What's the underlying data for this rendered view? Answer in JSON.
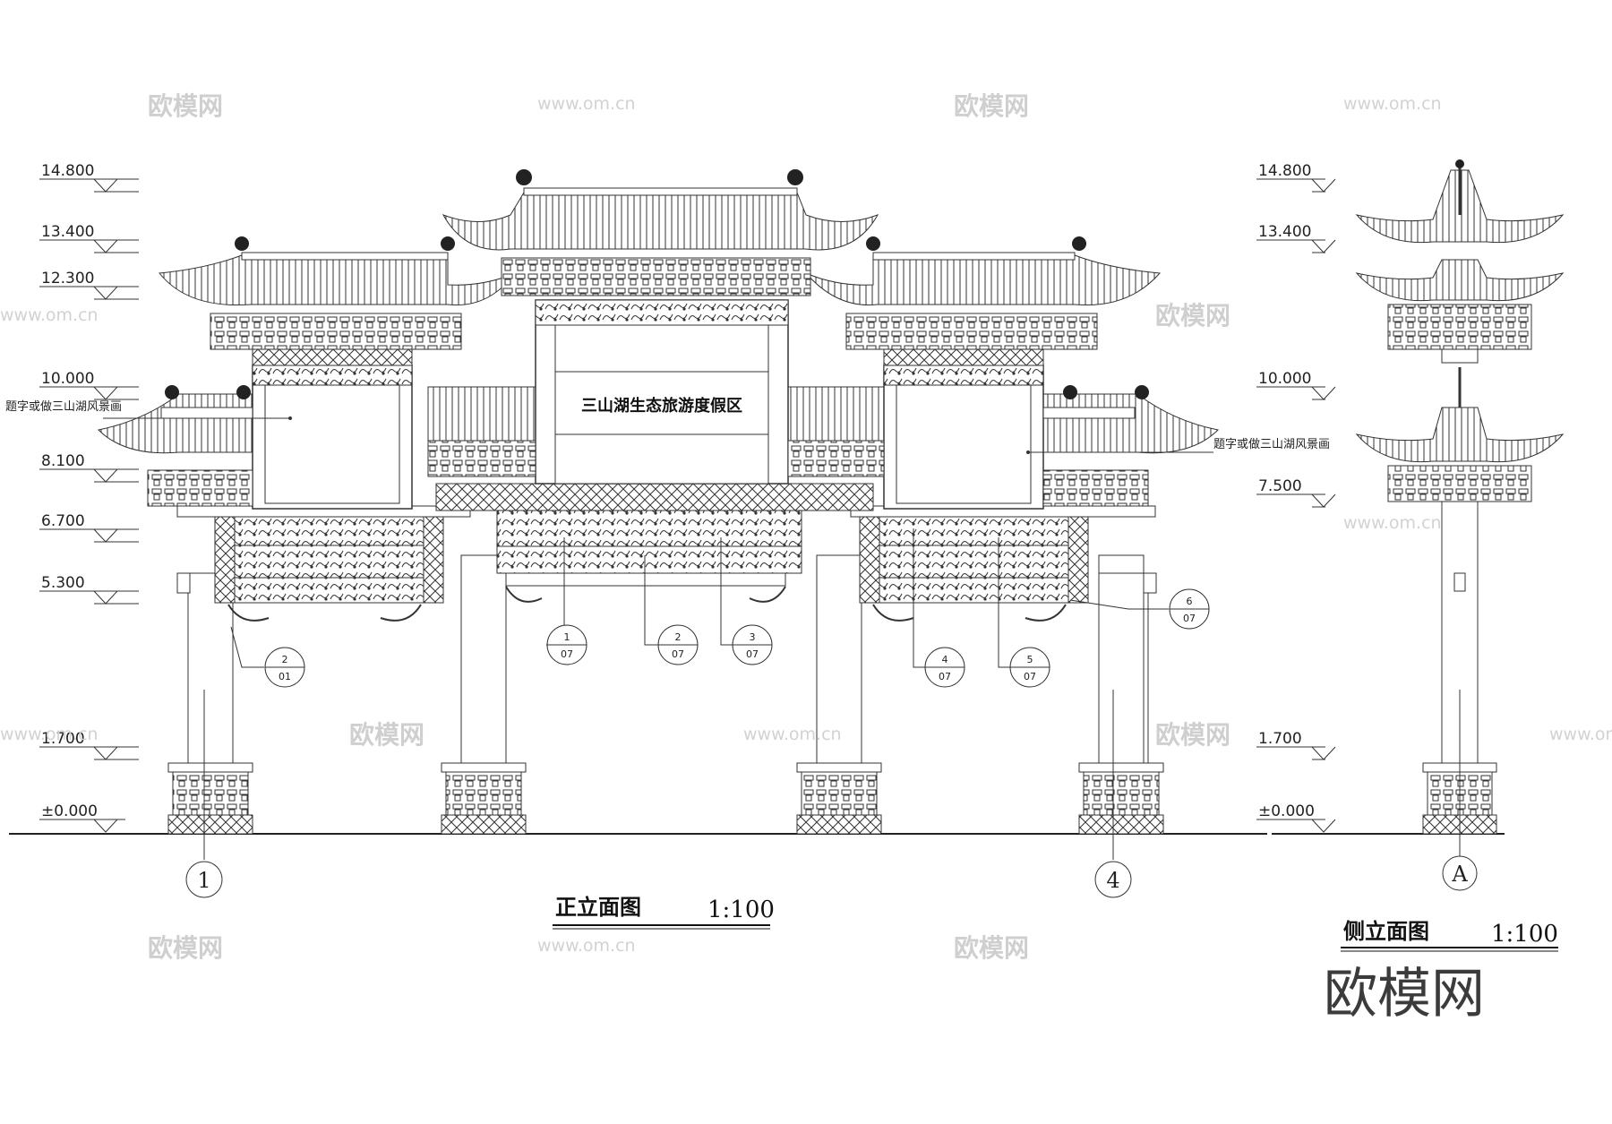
{
  "front_view": {
    "title": "正立面图",
    "scale": "1:100",
    "sign_text": "三山湖生态旅游度假区",
    "side_note": "题字或做三山湖风景画",
    "levels": [
      "14.800",
      "13.400",
      "12.300",
      "10.000",
      "8.100",
      "6.700",
      "5.300",
      "1.700",
      "±0.000"
    ],
    "axis_marks": [
      "1",
      "4"
    ],
    "detail_tags": [
      {
        "num": "2",
        "sheet": "01"
      },
      {
        "num": "1",
        "sheet": "07"
      },
      {
        "num": "2",
        "sheet": "07"
      },
      {
        "num": "3",
        "sheet": "07"
      },
      {
        "num": "4",
        "sheet": "07"
      },
      {
        "num": "5",
        "sheet": "07"
      },
      {
        "num": "6",
        "sheet": "07"
      }
    ]
  },
  "side_view": {
    "title": "侧立面图",
    "scale": "1:100",
    "levels": [
      "14.800",
      "13.400",
      "10.000",
      "7.500",
      "1.700",
      "±0.000"
    ],
    "axis_mark": "A"
  },
  "watermarks": {
    "brand": "欧模网",
    "url": "www.om.cn",
    "corner_logo": "欧模网"
  }
}
